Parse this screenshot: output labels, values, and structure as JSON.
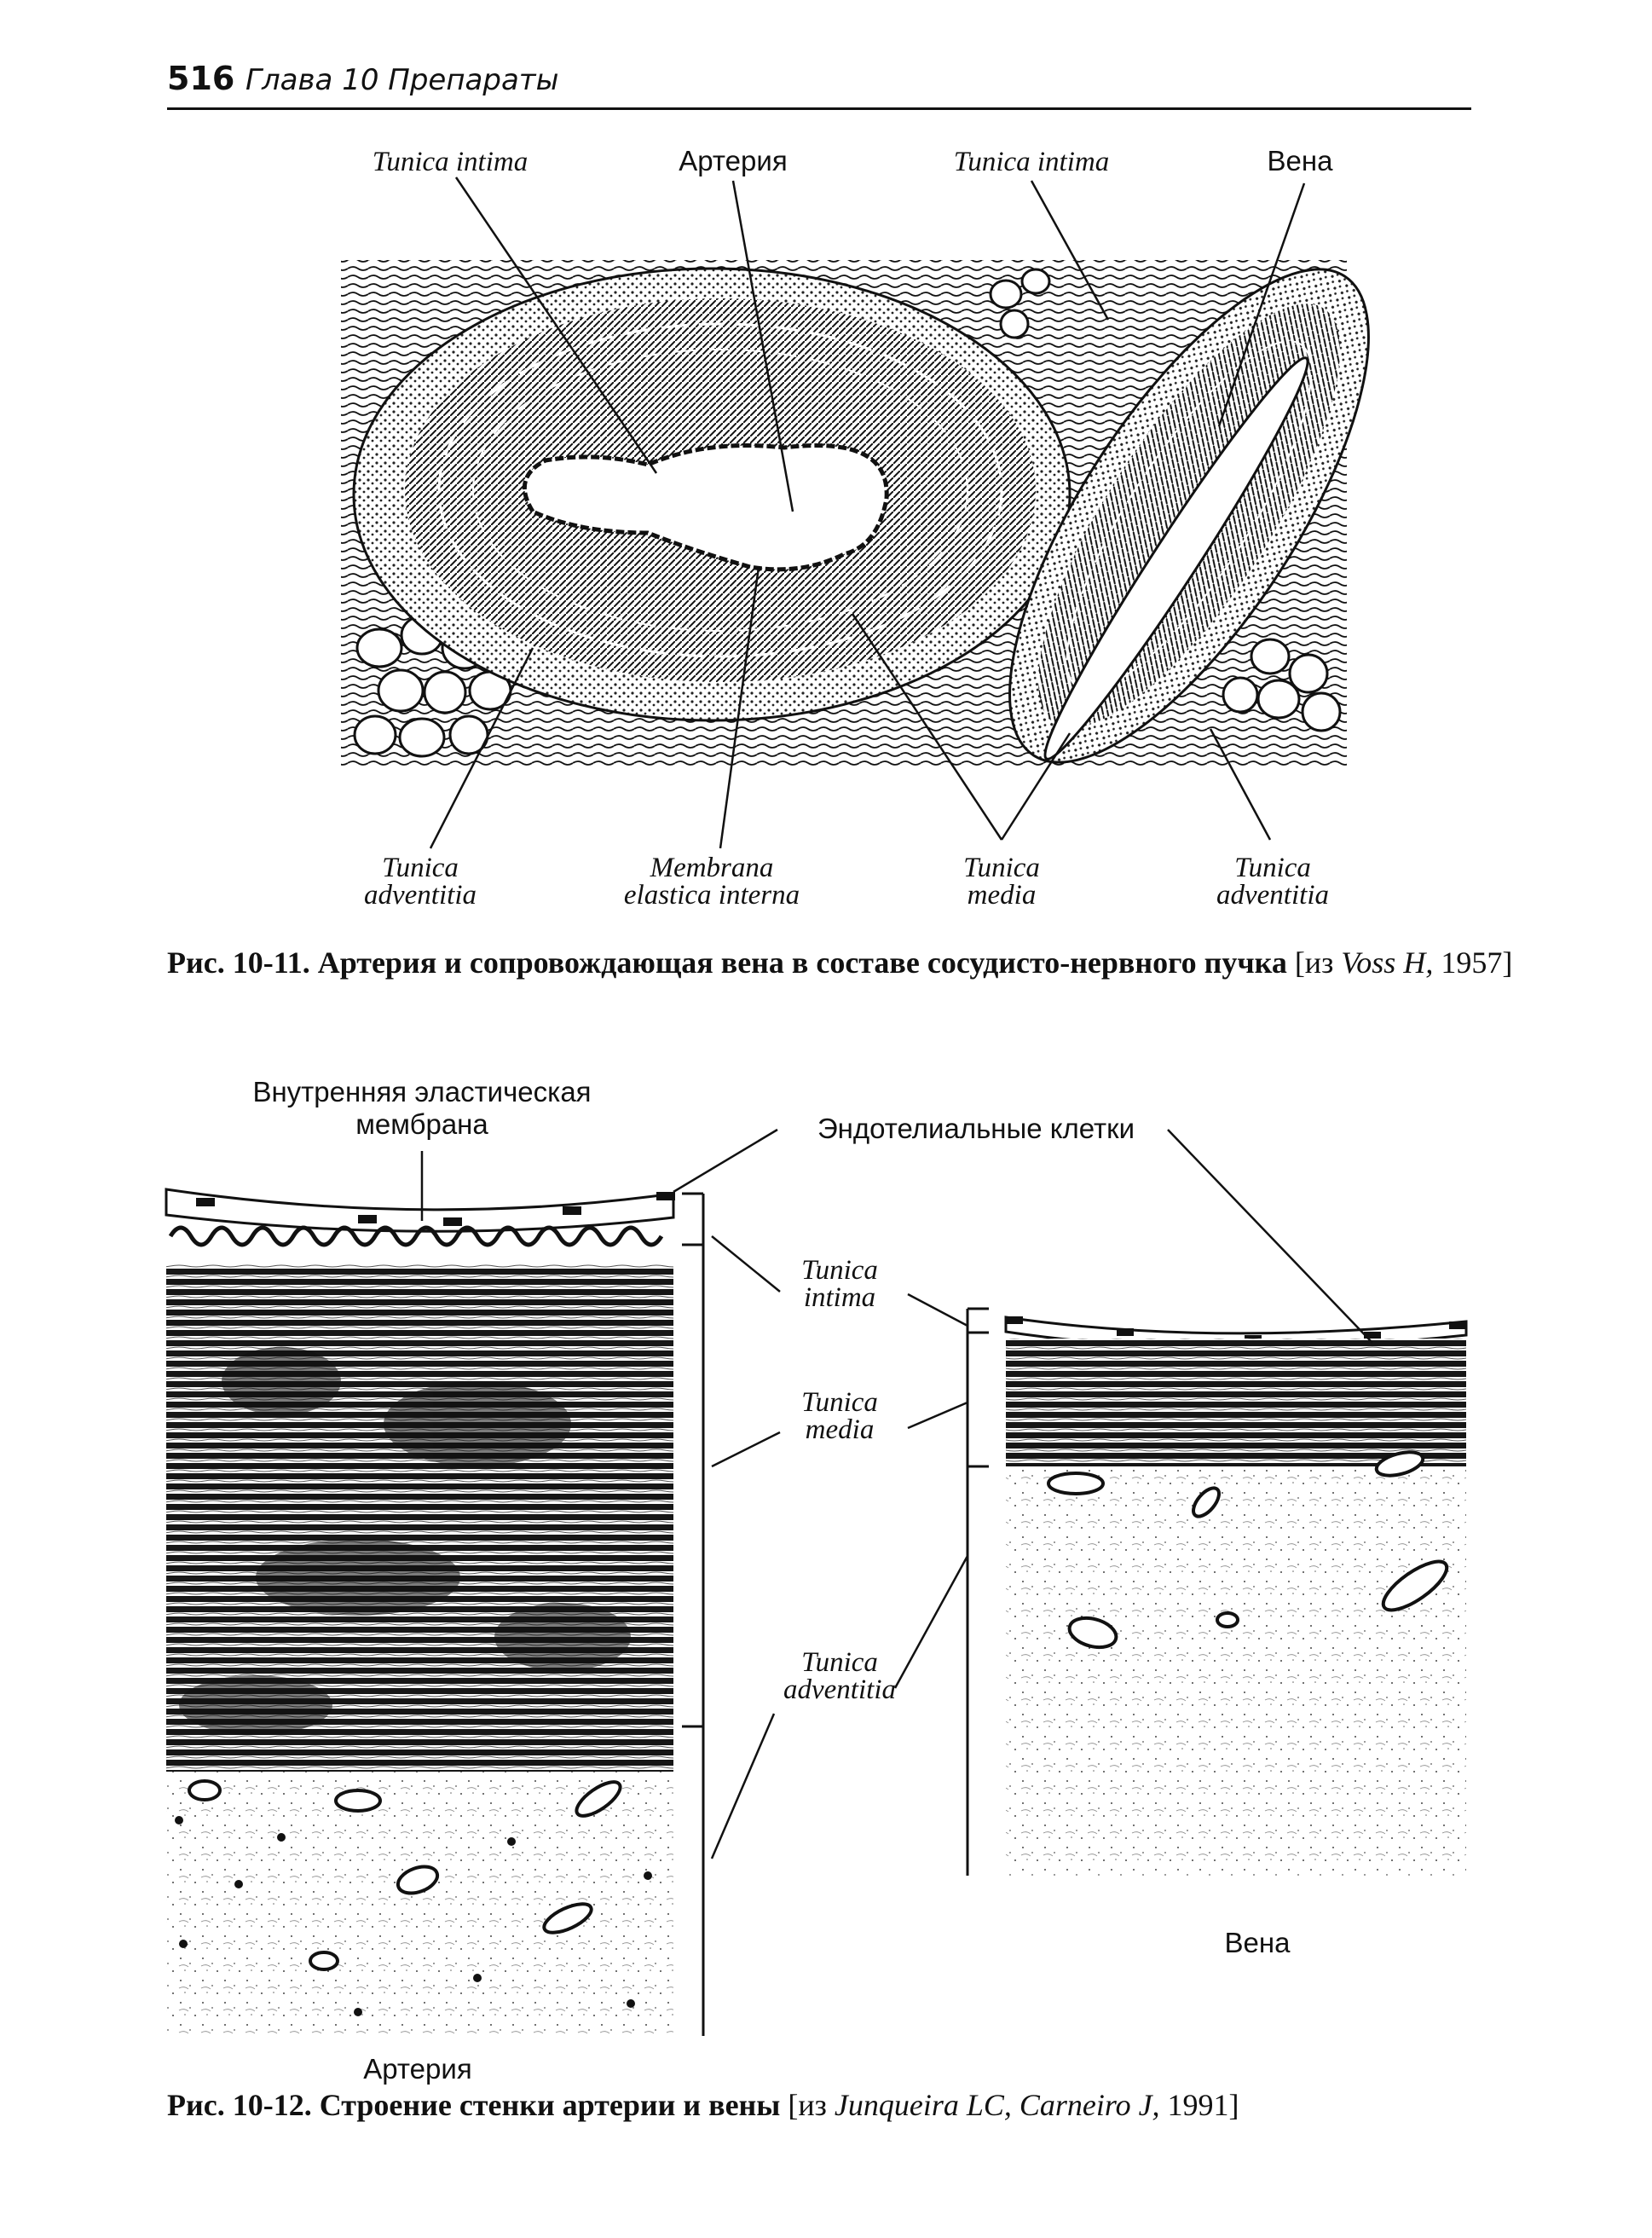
{
  "header": {
    "page_number": "516",
    "running_title": "Глава 10 Препараты"
  },
  "figure_1": {
    "labels": {
      "tunica_intima_left": "Tunica intima",
      "artery": "Артерия",
      "tunica_intima_right": "Tunica intima",
      "vein": "Вена",
      "tunica_adventitia_left": [
        "Tunica",
        "adventitia"
      ],
      "membrana_elastica_interna": [
        "Membrana",
        "elastica interna"
      ],
      "tunica_media": [
        "Tunica",
        "media"
      ],
      "tunica_adventitia_right": [
        "Tunica",
        "adventitia"
      ]
    },
    "caption": {
      "number": "Рис. 10-11.",
      "title": "Артерия и сопровождающая вена в составе сосудисто-нервного пучка",
      "source_open": "[из ",
      "source_author": "Voss H,",
      "source_year": " 1957]"
    }
  },
  "figure_2": {
    "labels": {
      "internal_elastic_membrane": [
        "Внутренняя эластическая",
        "мембрана"
      ],
      "endothelial_cells": "Эндотелиальные клетки",
      "tunica_intima": [
        "Tunica",
        "intima"
      ],
      "tunica_media": [
        "Tunica",
        "media"
      ],
      "tunica_adventitia": [
        "Tunica",
        "adventitia"
      ],
      "artery": "Артерия",
      "vein": "Вена"
    },
    "caption": {
      "number": "Рис. 10-12.",
      "title": "Строение стенки артерии и вены",
      "source_open": "[из ",
      "source_author": "Junqueira LC, Carneiro J,",
      "source_year": " 1991]"
    }
  }
}
